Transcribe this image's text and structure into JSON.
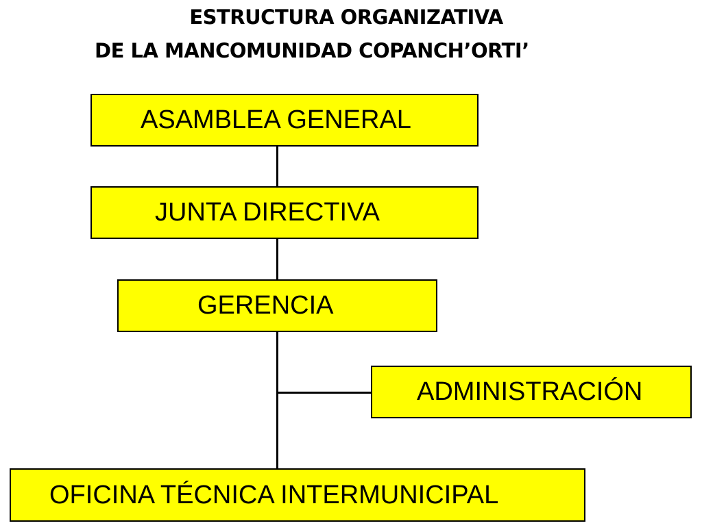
{
  "title": {
    "line1": "ESTRUCTURA ORGANIZATIVA",
    "line2": "DE LA MANCOMUNIDAD COPANCH’ORTI’"
  },
  "nodes": {
    "asamblea": "ASAMBLEA GENERAL",
    "junta": "JUNTA DIRECTIVA",
    "gerencia": "GERENCIA",
    "administracion": "ADMINISTRACIÓN",
    "oficina": "OFICINA TÉCNICA INTERMUNICIPAL"
  },
  "colors": {
    "box_fill": "#ffff00",
    "box_border": "#000000",
    "connector": "#000000"
  }
}
